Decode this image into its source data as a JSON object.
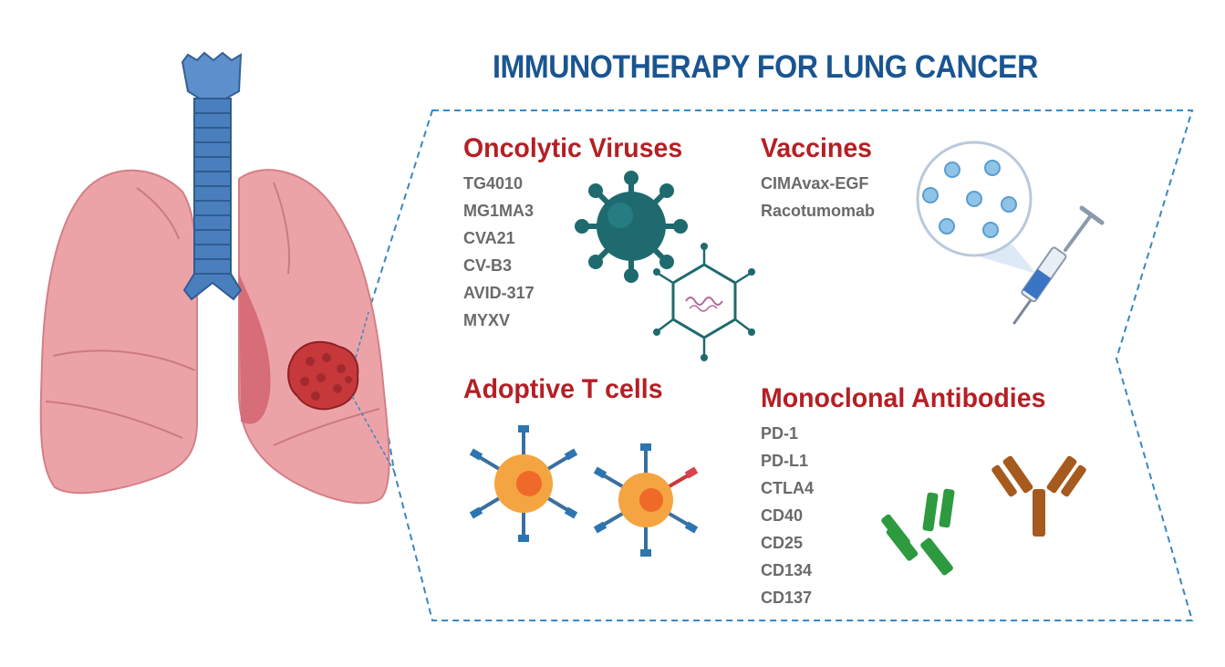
{
  "title": "IMMUNOTHERAPY FOR LUNG CANCER",
  "sections": {
    "oncolytic_viruses": {
      "heading": "Oncolytic Viruses",
      "items": [
        "TG4010",
        "MG1MA3",
        "CVA21",
        "CV-B3",
        "AVID-317",
        "MYXV"
      ]
    },
    "vaccines": {
      "heading": "Vaccines",
      "items": [
        "CIMAvax-EGF",
        "Racotumomab"
      ]
    },
    "adoptive_t_cells": {
      "heading": "Adoptive T cells",
      "items": []
    },
    "monoclonal_antibodies": {
      "heading": "Monoclonal Antibodies",
      "items": [
        "PD-1",
        "PD-L1",
        "CTLA4",
        "CD40",
        "CD25",
        "CD134",
        "CD137"
      ]
    }
  },
  "colors": {
    "title": "#1a5591",
    "heading": "#b51f24",
    "item_text": "#6a6a6a",
    "lung": "#eba3a7",
    "trachea": "#4a7fbe",
    "tumor": "#c7383a",
    "virus": "#1f6a6e",
    "t_cell": "#f5a442",
    "antibody_green": "#2d9a3f",
    "antibody_brown": "#a65a1e",
    "dashed_border": "#3a87c0"
  },
  "icons": [
    "lungs-icon",
    "trachea-icon",
    "tumor-icon",
    "virus-icon",
    "bacteriophage-icon",
    "vaccine-magnifier-icon",
    "syringe-icon",
    "t-cell-icon",
    "car-t-cell-icon",
    "antibody-icon"
  ]
}
